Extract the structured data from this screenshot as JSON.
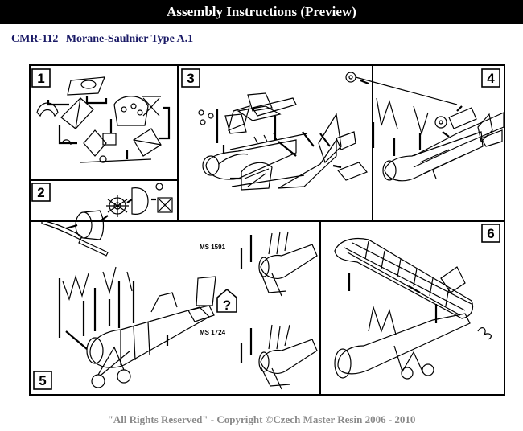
{
  "header": {
    "title": "Assembly Instructions (Preview)"
  },
  "product": {
    "code": "CMR-112",
    "name": "Morane-Saulnier Type A.1"
  },
  "steps": [
    "1",
    "2",
    "3",
    "4",
    "5",
    "6"
  ],
  "variants": {
    "a": "MS 1591",
    "b": "MS 1724",
    "unknown": "?"
  },
  "footer": {
    "copyright": "\"All Rights Reserved\" - Copyright ©Czech Master Resin 2006 - 2010"
  }
}
